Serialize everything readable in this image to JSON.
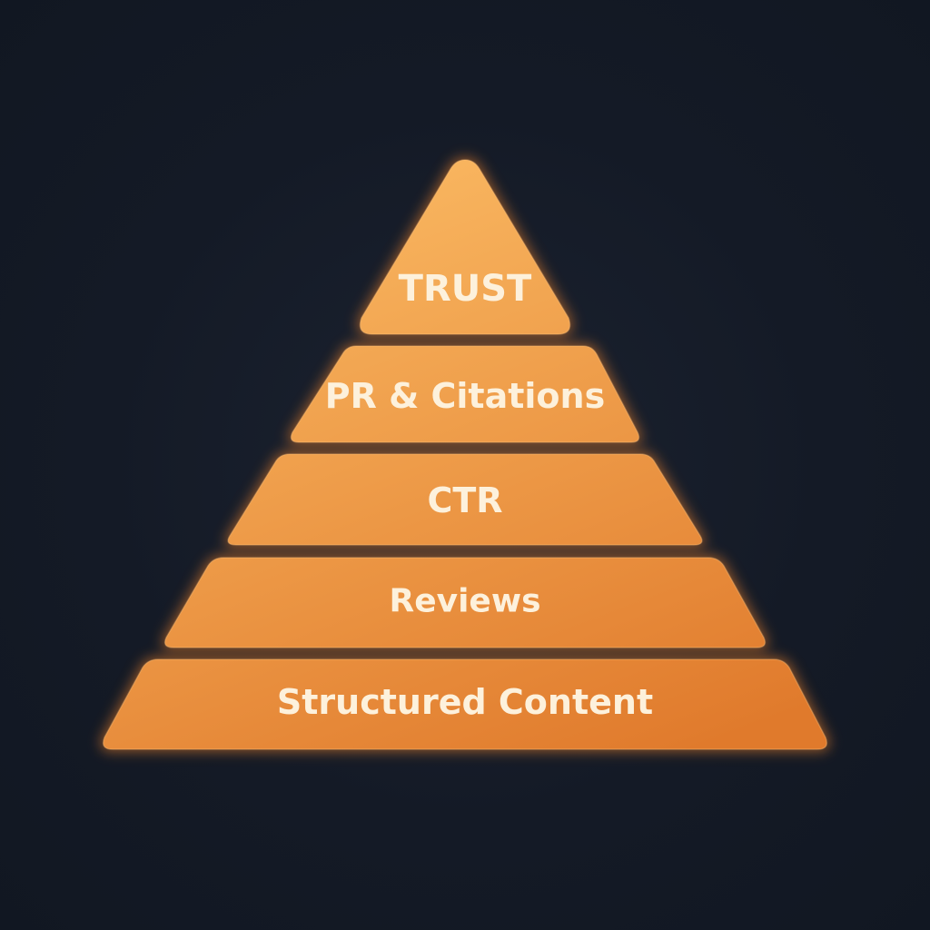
{
  "pyramid": {
    "tiers": [
      {
        "label": "TRUST"
      },
      {
        "label": "PR & Citations"
      },
      {
        "label": "CTR"
      },
      {
        "label": "Reviews"
      },
      {
        "label": "Structured Content"
      }
    ]
  },
  "colors": {
    "background": "#141a26",
    "tier_top": "#f8b45e",
    "tier_bottom": "#e07a2c",
    "glow": "#ff8a2a",
    "label": "#fdf1dc"
  }
}
